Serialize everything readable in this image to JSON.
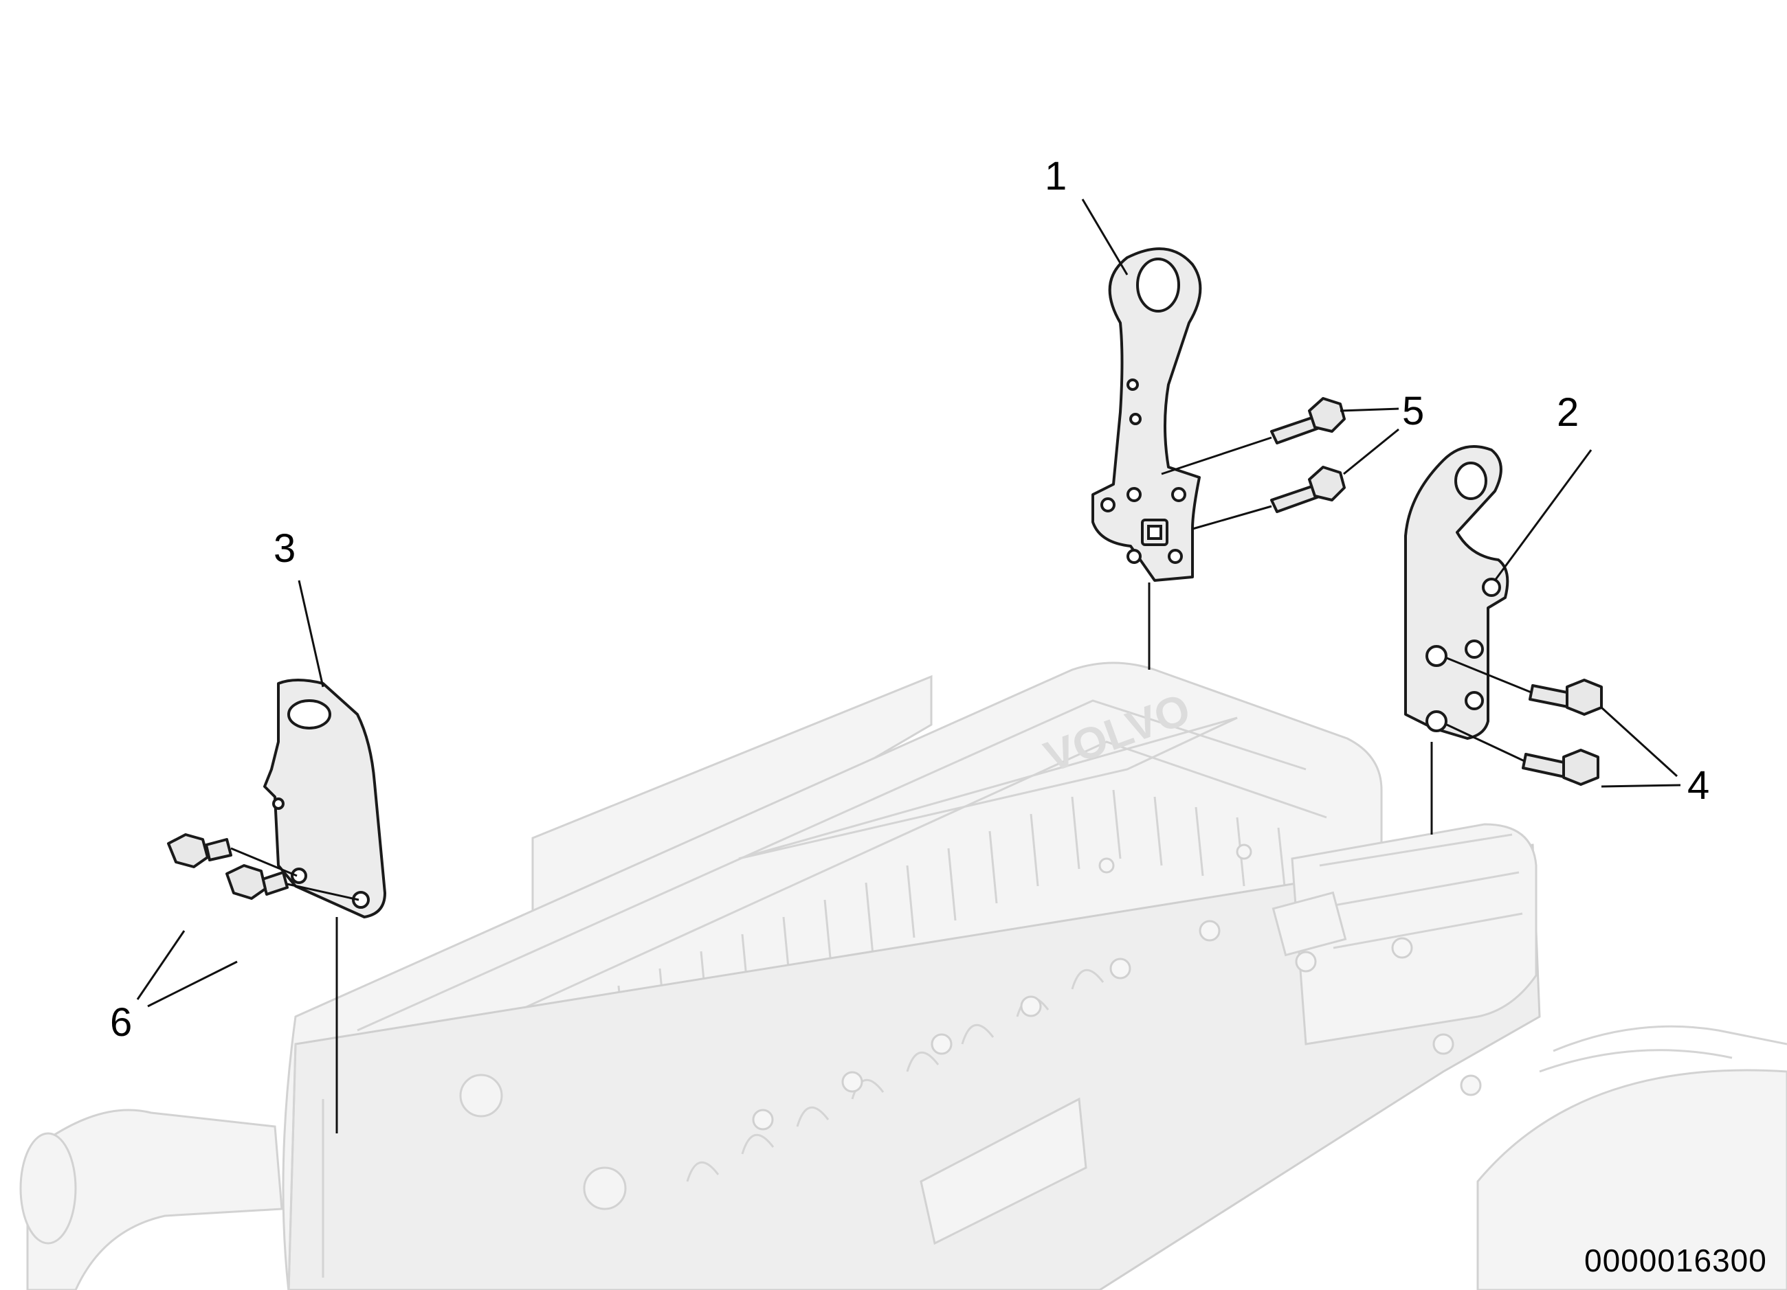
{
  "callouts": {
    "c1": "1",
    "c2": "2",
    "c3": "3",
    "c4": "4",
    "c5": "5",
    "c6": "6"
  },
  "reference_number": "0000016300",
  "background_logo_text": "VOLVO"
}
